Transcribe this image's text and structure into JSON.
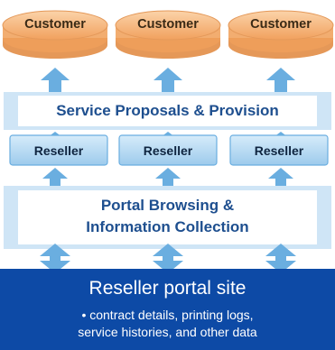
{
  "customers": [
    {
      "label": "Customer"
    },
    {
      "label": "Customer"
    },
    {
      "label": "Customer"
    }
  ],
  "service_banner": "Service Proposals & Provision",
  "resellers": [
    {
      "label": "Reseller"
    },
    {
      "label": "Reseller"
    },
    {
      "label": "Reseller"
    }
  ],
  "portal_banner": {
    "line1": "Portal Browsing &",
    "line2": "Information Collection"
  },
  "portal_site": {
    "title": "Reseller portal site",
    "detail_line1": "• contract details, printing logs,",
    "detail_line2": "service histories, and other data"
  },
  "colors": {
    "customer_fill": "#f6b57c",
    "customer_edge": "#d98a48",
    "banner_fill": "#cfe5f6",
    "banner_inner": "#ffffff",
    "reseller_fill": "#a9d3f0",
    "arrow": "#6aaee0",
    "text_blue": "#1e4f8f",
    "portal_fill": "#0d4aa6"
  }
}
